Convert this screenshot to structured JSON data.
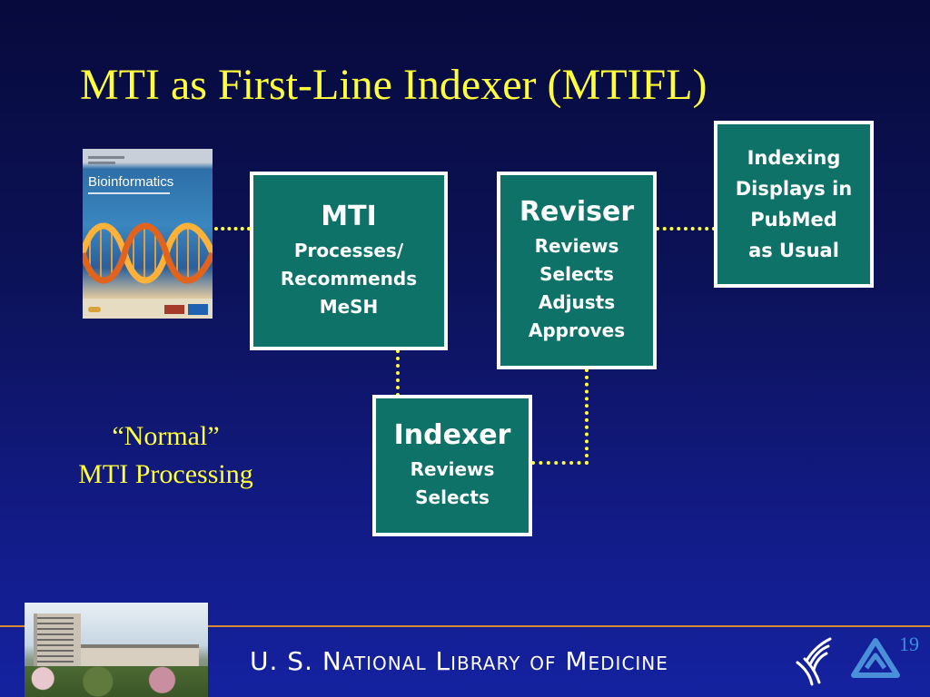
{
  "slide": {
    "title": "MTI as First-Line Indexer (MTIFL)",
    "page_number": "19"
  },
  "journal_cover": {
    "title": "Bioinformatics"
  },
  "boxes": {
    "mti": {
      "head": "MTI",
      "lines": [
        "Processes/",
        "Recommends",
        "MeSH"
      ]
    },
    "reviser": {
      "head": "Reviser",
      "lines": [
        "Reviews",
        "Selects",
        "Adjusts",
        "Approves"
      ]
    },
    "indexing": {
      "lines": [
        "Indexing",
        "Displays in",
        "PubMed",
        "as Usual"
      ]
    },
    "indexer": {
      "head": "Indexer",
      "lines": [
        "Reviews",
        "Selects"
      ]
    }
  },
  "caption": {
    "line1": "“Normal”",
    "line2": "MTI Processing"
  },
  "footer": {
    "org": "U. S. National Library of Medicine"
  },
  "colors": {
    "title": "#ffff3a",
    "box_fill": "#0f7268",
    "connector": "#ffff3a",
    "rule": "#d98a33"
  }
}
